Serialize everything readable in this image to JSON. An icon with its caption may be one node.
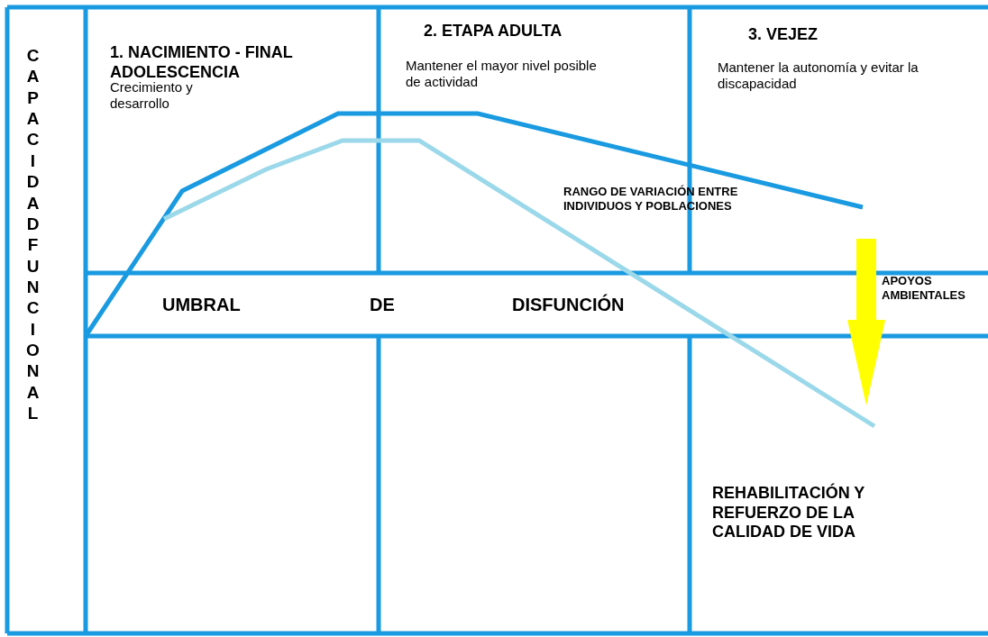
{
  "diagram": {
    "labels": [
      "CAPACIDAD FUNCIONAL",
      "1. NACIMIENTO - FINAL ADOLESCENCIA",
      "Crecimiento y desarrollo",
      "2. ETAPA ADULTA",
      "Mantener el mayor nivel posible de actividad",
      "3. VEJEZ",
      "Mantener la autonomía y evitar la discapacidad",
      "RANGO DE VARIACIÓN ENTRE INDIVIDUOS Y POBLACIONES",
      "APOYOS AMBIENTALES",
      "UMBRAL",
      "DE",
      "DISFUNCIÓN",
      "REHABILITACIÓN Y REFUERZO DE LA CALIDAD DE VIDA"
    ]
  }
}
